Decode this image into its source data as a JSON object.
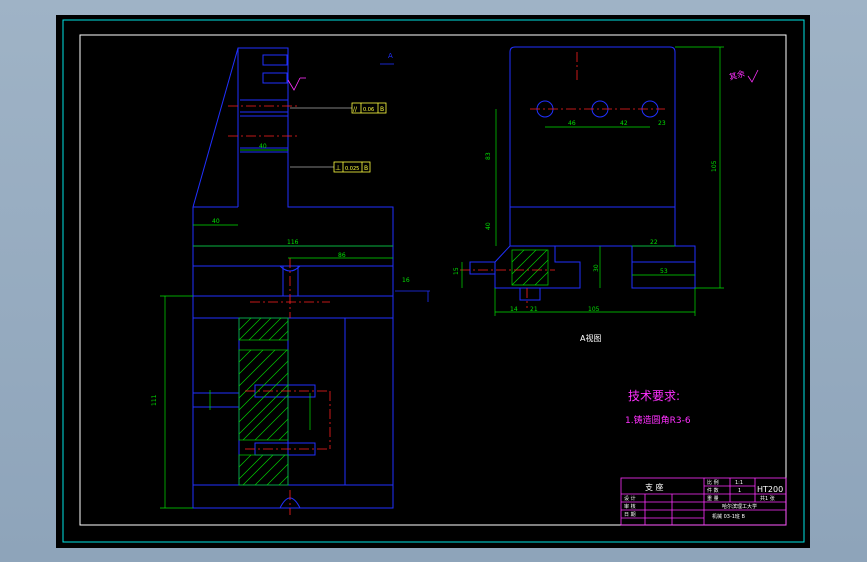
{
  "drawing": {
    "colors": {
      "background": "#000000",
      "border": "#00e5e5",
      "outline": "#2030ff",
      "centerline": "#ff2020",
      "dimension": "#00e000",
      "annotation": "#ff30ff",
      "hatch": "#00d000",
      "white": "#ffffff",
      "yellow": "#ffff40"
    },
    "view_labels": {
      "arrow_marker": "A",
      "section_view": "A视图"
    },
    "tech_requirements": {
      "title": "技术要求:",
      "line1": "1.铸造圆角R3-6"
    },
    "roughness_note": "其余",
    "tolerance_frames": {
      "parallel": {
        "symbol": "//",
        "value": "0.06",
        "datum": "B"
      },
      "perpendicular": {
        "symbol": "⊥",
        "value": "0.025",
        "datum": "B"
      }
    },
    "dimensions": {
      "d40_upper": "40",
      "d40_lower": "40",
      "d116": "116",
      "d86": "86",
      "d16": "16",
      "d111": "111",
      "d46": "46",
      "d42": "42",
      "d23": "23",
      "d83": "83",
      "d105": "105",
      "d40_right": "40",
      "d53": "53",
      "d30": "30",
      "d14": "14",
      "d15": "15",
      "d21": "21",
      "d105_bottom": "105",
      "d22": "22"
    },
    "title_block": {
      "name": "支 座",
      "material": "HT200",
      "scale_label": "比 例",
      "scale_value": "1:1",
      "quantity_label": "件 数",
      "quantity_value": "1",
      "weight_label": "重 量",
      "sheet_label": "共1 张",
      "row1": "设 计",
      "row2": "审 核",
      "row3": "日 期",
      "school": "哈尔滨理工大学",
      "class_code": "机械 03-1班 B"
    }
  }
}
